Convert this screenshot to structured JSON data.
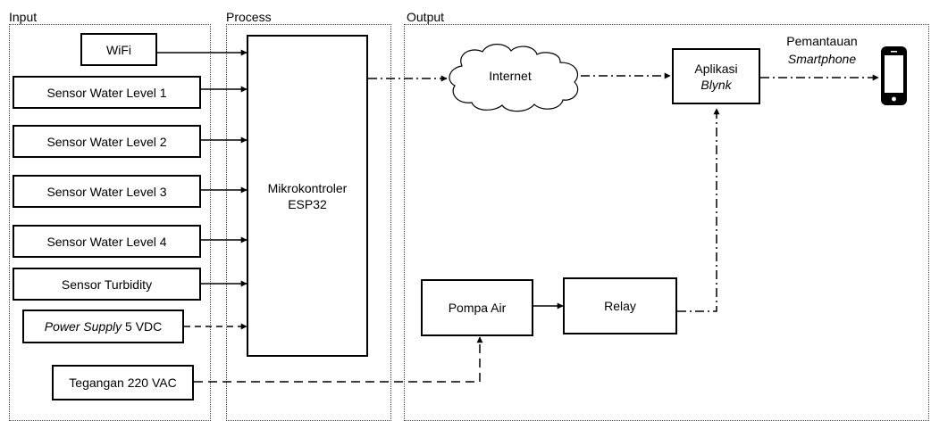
{
  "sections": {
    "input": "Input",
    "process": "Process",
    "output": "Output"
  },
  "inputs": {
    "wifi": "WiFi",
    "sensor_water_level_1": "Sensor Water Level 1",
    "sensor_water_level_2": "Sensor Water Level 2",
    "sensor_water_level_3": "Sensor Water Level 3",
    "sensor_water_level_4": "Sensor Water Level 4",
    "sensor_turbidity": "Sensor Turbidity",
    "power_supply_italic": "Power Supply",
    "power_supply_rest": " 5 VDC",
    "tegangan": "Tegangan 220 VAC"
  },
  "process": {
    "controller_line1": "Mikrokontroler",
    "controller_line2": "ESP32"
  },
  "outputs": {
    "internet": "Internet",
    "aplikasi_line1": "Aplikasi",
    "aplikasi_line2": "Blynk",
    "pemantauan_line1": "Pemantauan",
    "pemantauan_line2": "Smartphone",
    "pompa_air": "Pompa Air",
    "relay": "Relay"
  },
  "icons": {
    "smartphone": "smartphone-icon",
    "cloud": "cloud-icon"
  },
  "colors": {
    "line": "#000000",
    "panel_border": "#444444",
    "background": "#ffffff"
  }
}
